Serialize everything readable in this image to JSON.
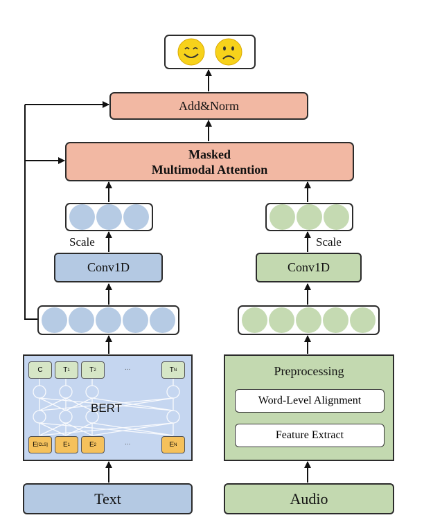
{
  "output": {
    "happy_icon": "smiley-face",
    "sad_icon": "frowning-face"
  },
  "add_norm": "Add&Norm",
  "attention": {
    "line1": "Masked",
    "line2": "Multimodal Attention"
  },
  "text_branch": {
    "scale": "Scale",
    "conv": "Conv1D",
    "bert": {
      "label": "BERT",
      "top_tokens": [
        "C",
        "T",
        "T",
        "...",
        "T"
      ],
      "top_subs": [
        "",
        "1",
        "2",
        "",
        "N"
      ],
      "bottom_tokens": [
        "E",
        "E",
        "E",
        "...",
        "E"
      ],
      "bottom_subs": [
        "[CLS]",
        "1",
        "2",
        "",
        "N"
      ]
    },
    "input": "Text"
  },
  "audio_branch": {
    "scale": "Scale",
    "conv": "Conv1D",
    "preprocessing": "Preprocessing",
    "alignment": "Word-Level Alignment",
    "feature": "Feature Extract",
    "input": "Audio"
  },
  "colors": {
    "attention": "#f2b8a3",
    "text": "#b4c9e3",
    "audio": "#c3d9b0",
    "token_top": "#d6e6c6",
    "token_bottom": "#f5c15c"
  }
}
